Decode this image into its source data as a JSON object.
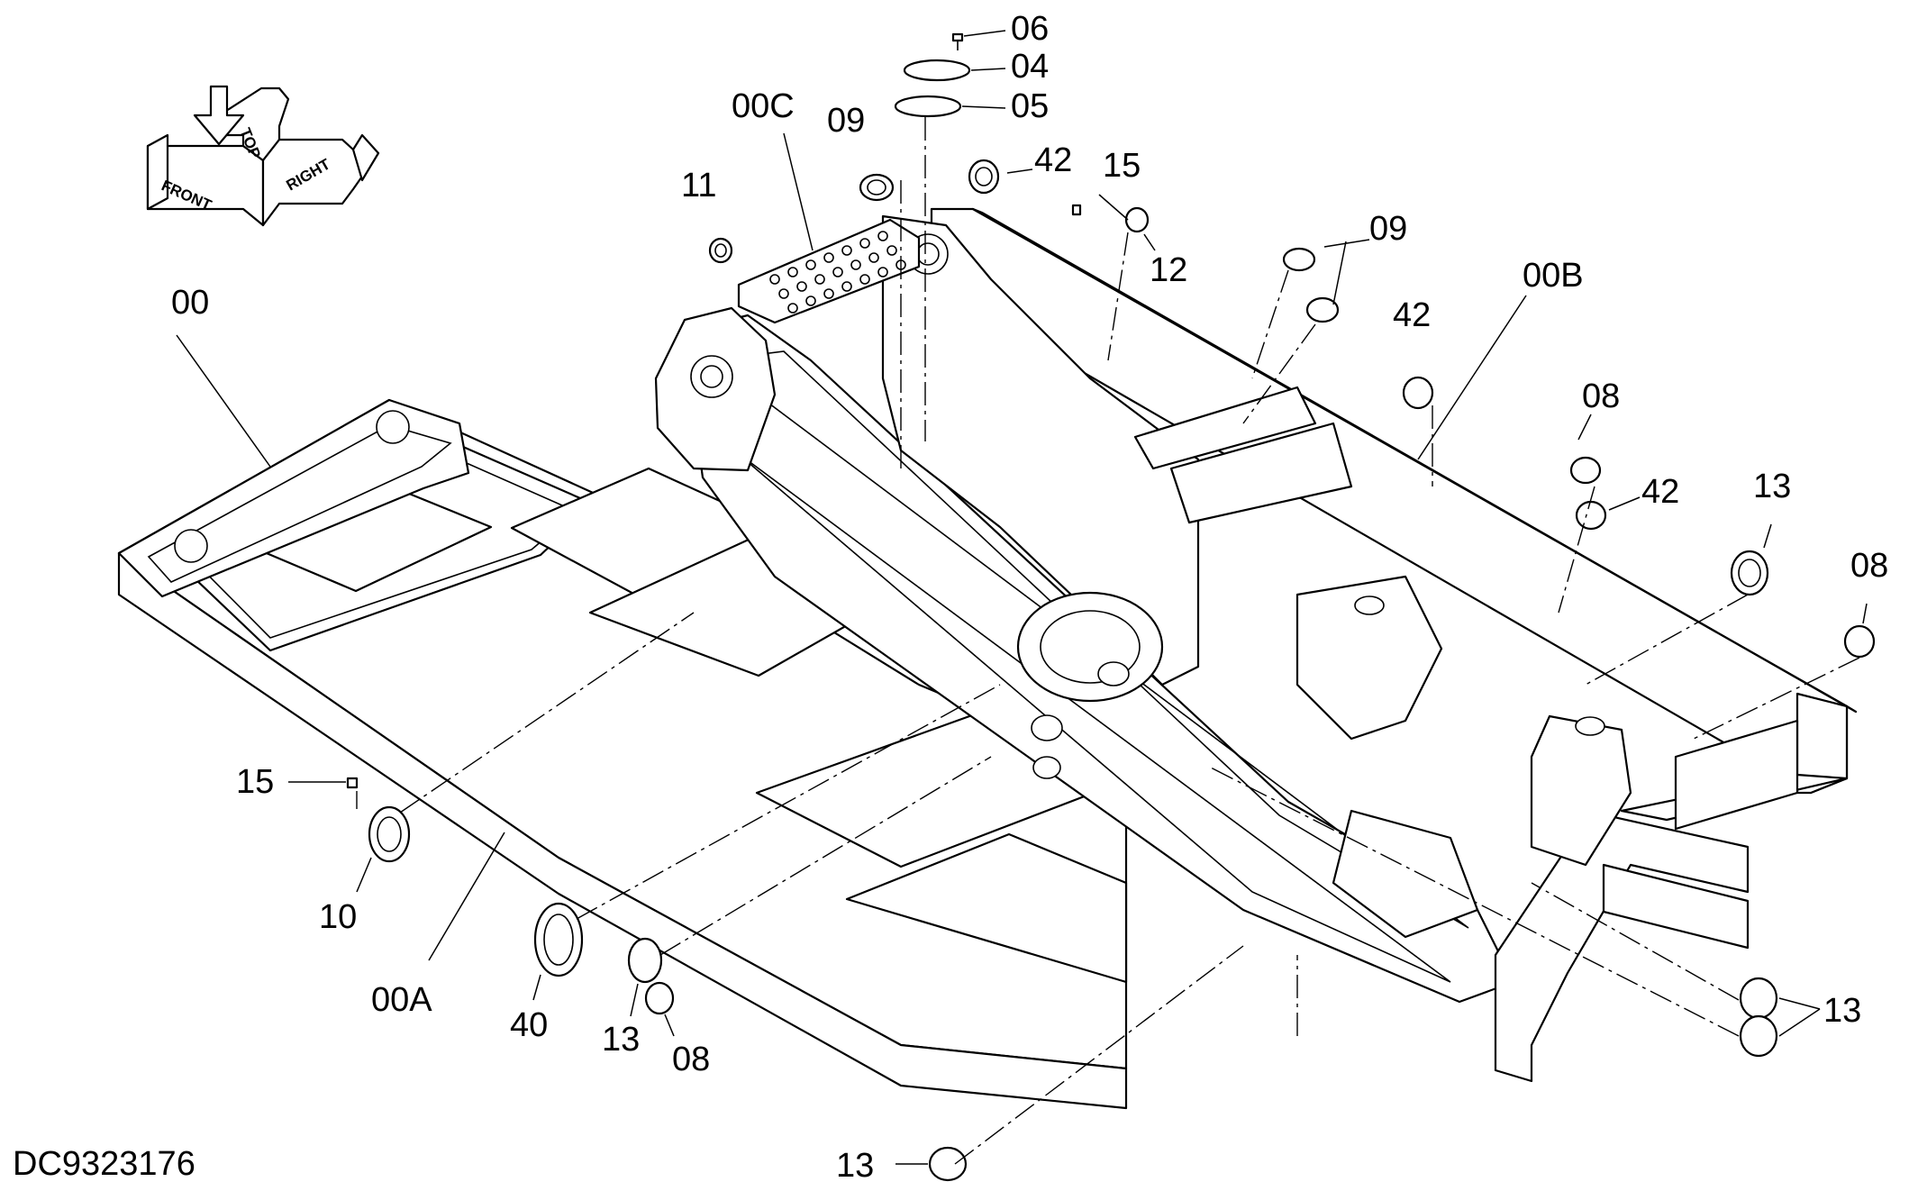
{
  "drawing_number": "DC9323176",
  "orientation_icon": {
    "front": "FRONT",
    "top": "TOP",
    "right": "RIGHT"
  },
  "callouts": [
    {
      "id": "c-06",
      "text": "06"
    },
    {
      "id": "c-04",
      "text": "04"
    },
    {
      "id": "c-05",
      "text": "05"
    },
    {
      "id": "c-00C",
      "text": "00C"
    },
    {
      "id": "c-09a",
      "text": "09"
    },
    {
      "id": "c-42a",
      "text": "42"
    },
    {
      "id": "c-15a",
      "text": "15"
    },
    {
      "id": "c-11",
      "text": "11"
    },
    {
      "id": "c-12",
      "text": "12"
    },
    {
      "id": "c-09b",
      "text": "09"
    },
    {
      "id": "c-00B",
      "text": "00B"
    },
    {
      "id": "c-00",
      "text": "00"
    },
    {
      "id": "c-42b",
      "text": "42"
    },
    {
      "id": "c-08a",
      "text": "08"
    },
    {
      "id": "c-42c",
      "text": "42"
    },
    {
      "id": "c-13a",
      "text": "13"
    },
    {
      "id": "c-08b",
      "text": "08"
    },
    {
      "id": "c-15b",
      "text": "15"
    },
    {
      "id": "c-10",
      "text": "10"
    },
    {
      "id": "c-00A",
      "text": "00A"
    },
    {
      "id": "c-40",
      "text": "40"
    },
    {
      "id": "c-13b",
      "text": "13"
    },
    {
      "id": "c-08c",
      "text": "08"
    },
    {
      "id": "c-13c",
      "text": "13"
    },
    {
      "id": "c-13d",
      "text": "13"
    }
  ]
}
